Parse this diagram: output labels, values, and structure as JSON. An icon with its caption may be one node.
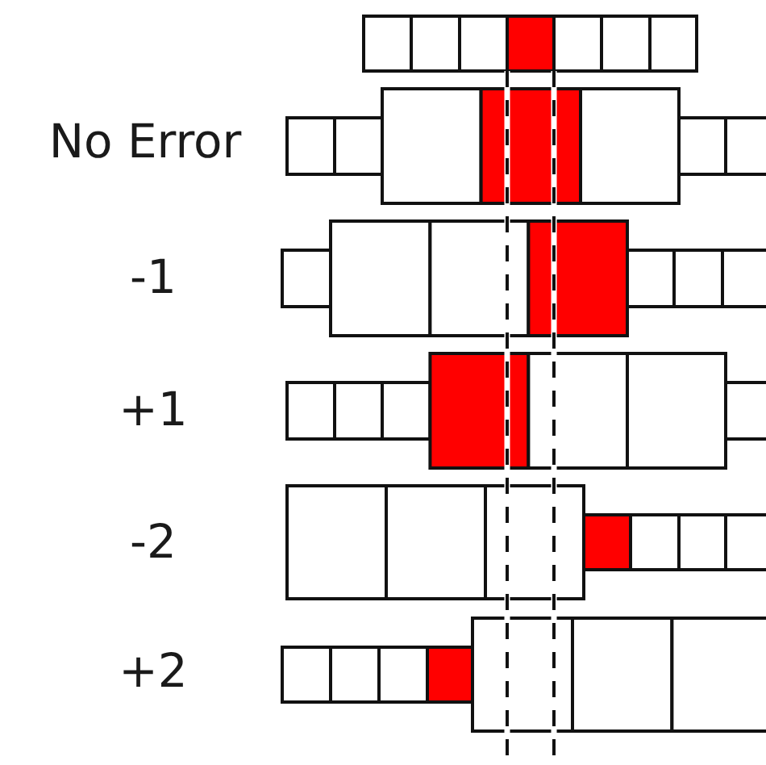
{
  "diagram": {
    "labels": [
      "No Error",
      "-1",
      "+1",
      "-2",
      "+2"
    ]
  }
}
